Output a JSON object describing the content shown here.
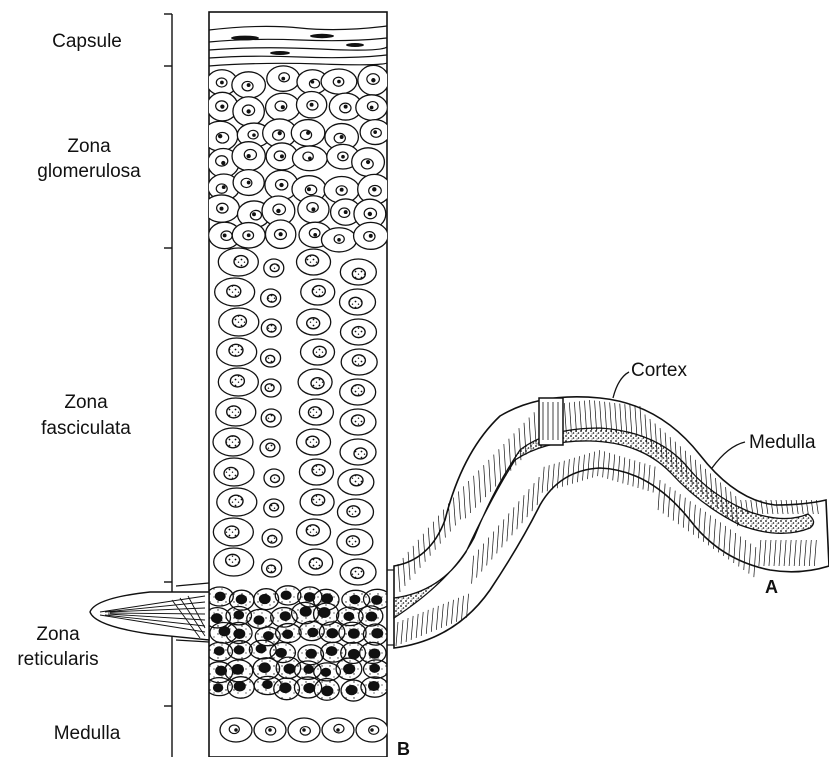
{
  "figure": {
    "zone_labels": {
      "capsule": "Capsule",
      "glomerulosa_line1": "Zona",
      "glomerulosa_line2": "glomerulosa",
      "fasciculata_line1": "Zona",
      "fasciculata_line2": "fasciculata",
      "reticularis_line1": "Zona",
      "reticularis_line2": "reticularis",
      "medulla": "Medulla"
    },
    "gland_labels": {
      "cortex": "Cortex",
      "medulla": "Medulla"
    },
    "panel_letters": {
      "a": "A",
      "b": "B"
    },
    "colors": {
      "ink": "#111111",
      "background": "#ffffff"
    }
  }
}
